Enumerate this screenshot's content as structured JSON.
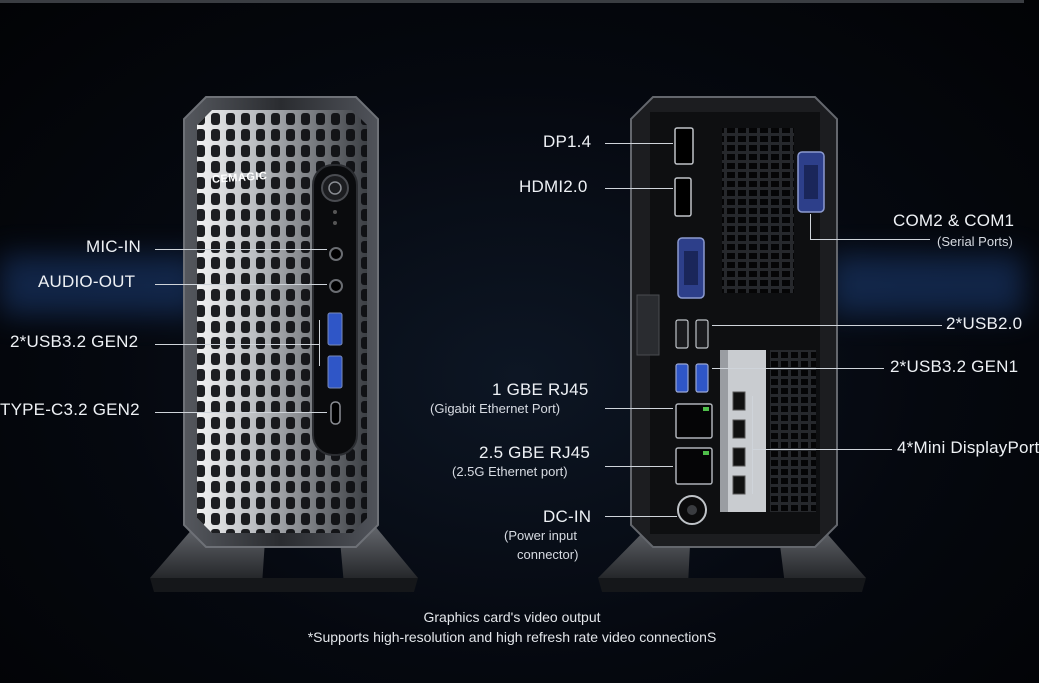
{
  "brand": "CEMAGIC",
  "front": {
    "mic_in": "MIC-IN",
    "audio_out": "AUDIO-OUT",
    "usb32": "2*USB3.2 GEN2",
    "typec": "TYPE-C3.2 GEN2"
  },
  "rear": {
    "dp": "DP1.4",
    "hdmi": "HDMI2.0",
    "com_title": "COM2 & COM1",
    "com_sub": "(Serial Ports)",
    "usb20": "2*USB2.0",
    "usb32": "2*USB3.2 GEN1",
    "gbe_title": "1 GBE RJ45",
    "gbe_sub": "(Gigabit Ethernet Port)",
    "gbe25_title": "2.5 GBE RJ45",
    "gbe25_sub": "(2.5G Ethernet port)",
    "dc_title": "DC-IN",
    "dc_sub1": "(Power input",
    "dc_sub2": "connector)",
    "minidp": "4*Mini DisplayPort"
  },
  "caption": {
    "line1": "Graphics card's video output",
    "line2": "*Supports high-resolution and high refresh rate video connectionS"
  }
}
